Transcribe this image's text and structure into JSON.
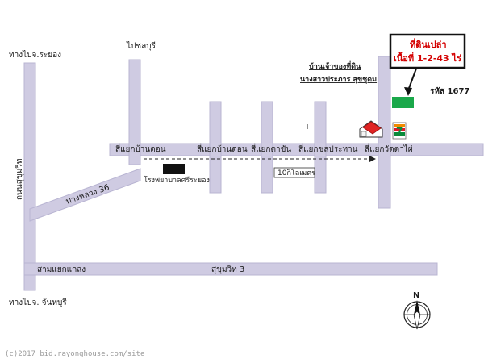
{
  "labels": {
    "to_rayong": "ทางไปจ.ระยอง",
    "to_chonburi": "ไปชลบุรี",
    "sukhumvit_road_vertical": "ถนนสุขุมวิท",
    "highway_36": "ทางหลวง 36",
    "to_chanthaburi": "ทางไปจ. จันทบุรี",
    "sam_yaek_klaeng": "สามแยกแกลง",
    "sukhumvit_3": "สุขุมวิท 3",
    "intersection_ban_don_1": "สี่แยกบ้านดอน",
    "intersection_ban_don_2": "สี่แยกบ้านดอน",
    "intersection_ta_chan": "สี่แยกตาขัน",
    "intersection_chon_prathan": "สี่แยกชลประทาน",
    "intersection_wat_ta_phai": "สี่แยกวัดตาไผ่",
    "hospital": "โรงพยาบาลศรีระยอง",
    "distance": "10กิโลเมตร",
    "owner_house_line1": "บ้านเจ้าของที่ดิน",
    "owner_house_line2": "นางสาวประภาร สุขชุดม",
    "code": "รหัส 1677",
    "north": "N",
    "watermark": "(c)2017 bid.rayonghouse.com/site"
  },
  "callout": {
    "line1": "ที่ดินเปล่า",
    "line2": "เนื้อที่ 1-2-43 ไร่"
  },
  "colors": {
    "road": "#cfcbe2",
    "plot": "#1aa84a",
    "callout_text": "#d40000",
    "house_roof": "#e02424"
  },
  "icons": {
    "house": "house-icon",
    "store": "seven-eleven-icon",
    "compass": "compass-icon",
    "hospital_marker": "hospital-marker"
  }
}
